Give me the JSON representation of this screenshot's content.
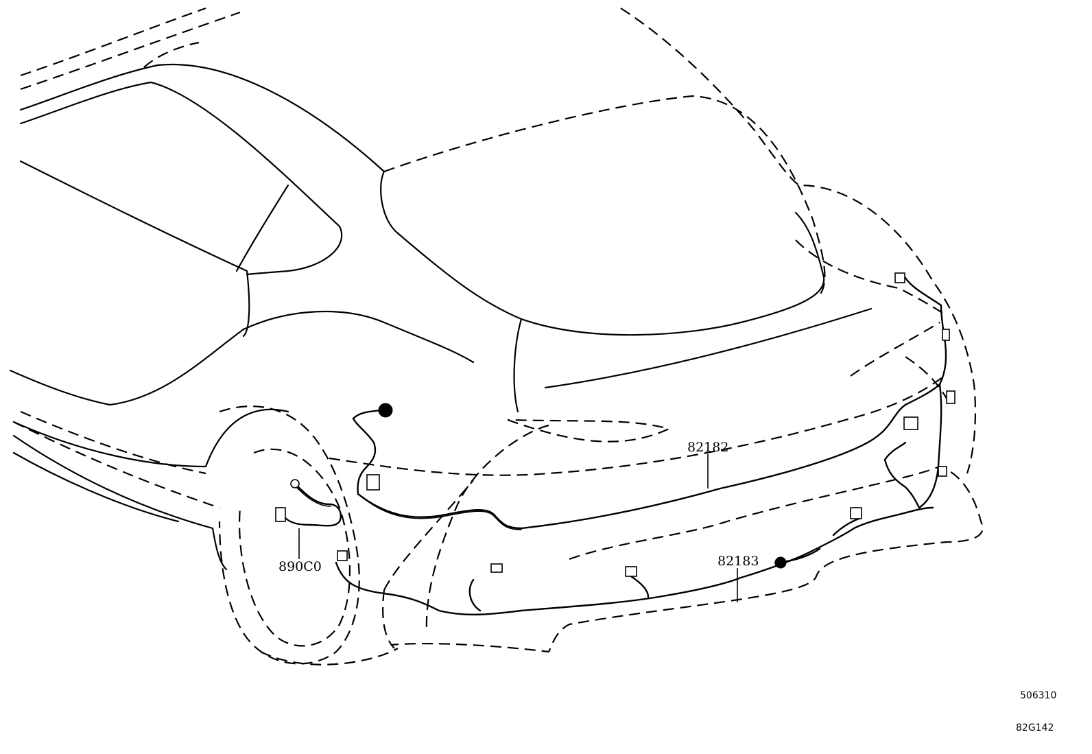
{
  "callouts": {
    "rear_harness": "82182",
    "bumper_harness": "82183",
    "sensor": "890C0"
  },
  "codes": {
    "illustration": "506310",
    "group": "82G142"
  }
}
